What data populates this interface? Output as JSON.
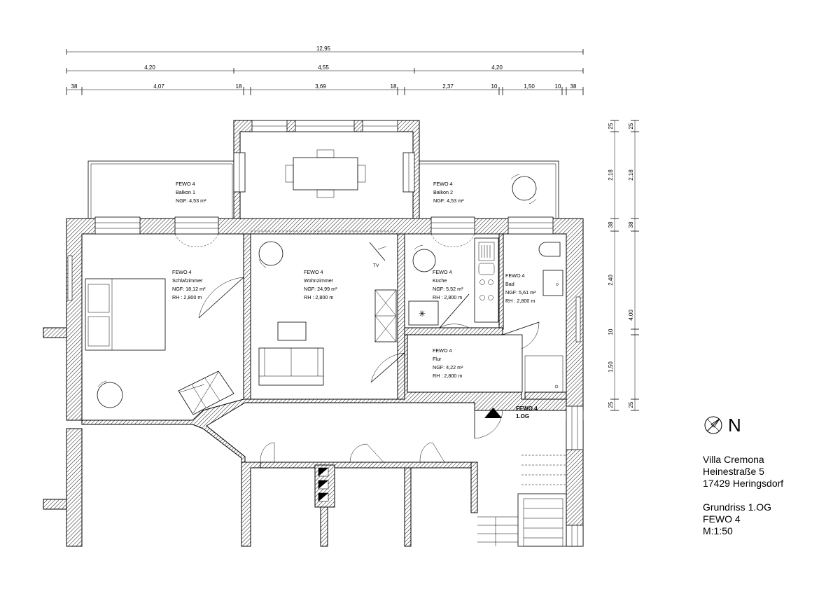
{
  "dimensions": {
    "overall": "12,95",
    "row2": [
      "4,20",
      "4,55",
      "4,20"
    ],
    "row3": [
      "38",
      "4,07",
      "18",
      "3,69",
      "18",
      "2,37",
      "10",
      "1,50",
      "10",
      "38"
    ],
    "right_outer": [
      "25",
      "2,18",
      "38",
      "4,00",
      "25"
    ],
    "right_inner": [
      "25",
      "2,18",
      "38",
      "2,40",
      "10",
      "1,50",
      "25"
    ]
  },
  "rooms": [
    {
      "id": "balkon1",
      "lines": [
        "FEWO 4",
        "Balkon 1",
        "NGF:  4,53 m²"
      ]
    },
    {
      "id": "balkon2",
      "lines": [
        "FEWO 4",
        "Balkon 2",
        "NGF:  4,53 m²"
      ]
    },
    {
      "id": "schlafzimmer",
      "lines": [
        "FEWO 4",
        "Schlafzimmer",
        "NGF: 18,12 m²",
        "RH : 2,800 m"
      ]
    },
    {
      "id": "wohnzimmer",
      "lines": [
        "FEWO 4",
        "Wohnzimmer",
        "NGF: 24,99 m²",
        "RH : 2,800 m"
      ]
    },
    {
      "id": "kueche",
      "lines": [
        "FEWO 4",
        "Küche",
        "NGF:  5,52 m²",
        "RH : 2,800 m"
      ]
    },
    {
      "id": "bad",
      "lines": [
        "FEWO 4",
        "Bad",
        "NGF:  5,61 m²",
        "RH : 2,800 m"
      ]
    },
    {
      "id": "flur",
      "lines": [
        "FEWO 4",
        "Flur",
        "NGF:  4,22 m²",
        "RH : 2,800 m"
      ]
    }
  ],
  "tv_label": "TV",
  "entrance": {
    "line1": "FEWO 4",
    "line2": "1.OG"
  },
  "compass": {
    "letter": "N",
    "icon": "north-arrow-icon"
  },
  "address": [
    "Villa Cremona",
    "Heinestraße 5",
    "17429 Heringsdorf"
  ],
  "plan_info": [
    "Grundriss 1.OG",
    "FEWO 4",
    "M:1:50"
  ]
}
